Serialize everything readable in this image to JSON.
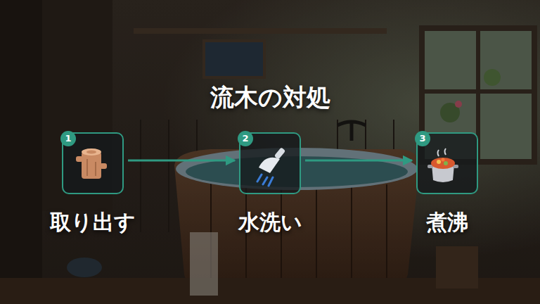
{
  "diagram": {
    "title": "流木の対処",
    "nodes": [
      {
        "text": [
          "1",
          "取り出す"
        ]
      },
      {
        "text": [
          "2",
          "水洗い"
        ]
      },
      {
        "text": [
          "3",
          "煮沸"
        ]
      }
    ],
    "edges": [
      {
        "from": 0,
        "to": 1,
        "arrow": "to"
      },
      {
        "from": 1,
        "to": 2,
        "arrow": "to"
      }
    ]
  }
}
